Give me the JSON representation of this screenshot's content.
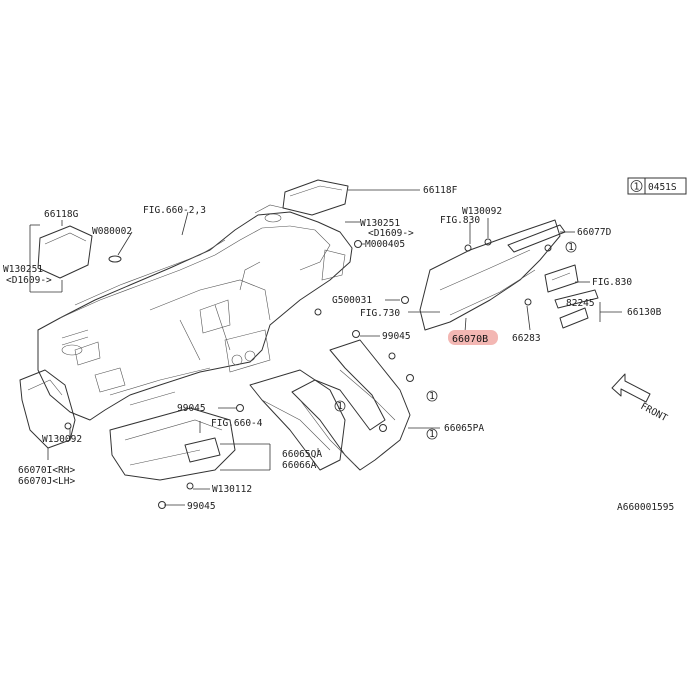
{
  "diagram": {
    "ref_index": "1",
    "ref_code": "0451S",
    "drawing_id": "A660001595",
    "front_label": "FRONT",
    "highlight_color": "#f3b7b3",
    "labels": {
      "p66118F": "66118F",
      "p66118G": "66118G",
      "fig6602": "FIG.660-2,3",
      "w080002": "W080002",
      "w130251a": "W130251",
      "d1609a": "<D1609->",
      "w130251b": "W130251",
      "d1609b": "<D1609->",
      "m000405": "M000405",
      "fig830a": "FIG.830",
      "w130092a": "W130092",
      "p66077D": "66077D",
      "fig830b": "FIG.830",
      "g500031": "G500031",
      "p82245": "82245",
      "p66130B": "66130B",
      "fig730": "FIG.730",
      "p66070B": "66070B",
      "p66283": "66283",
      "p99045a": "99045",
      "p99045b": "99045",
      "fig6604": "FIG.660-4",
      "p66065PA": "66065PA",
      "p66065QA": "66065QA",
      "p66066A": "66066A",
      "w130092b": "W130092",
      "p66070I": "66070I<RH>",
      "p66070J": "66070J<LH>",
      "w130112": "W130112",
      "p99045c": "99045"
    }
  }
}
